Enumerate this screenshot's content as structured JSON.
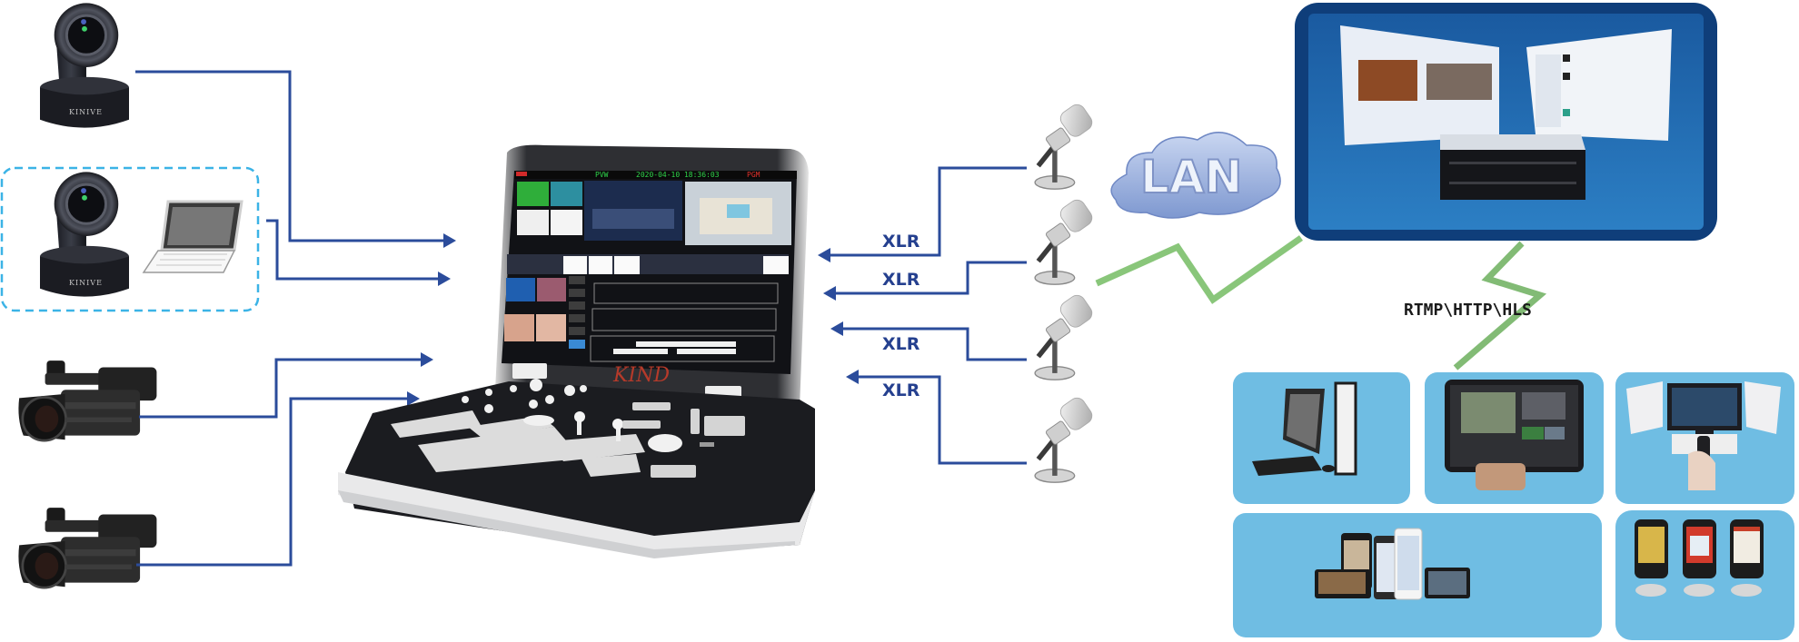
{
  "diagram": {
    "title_hidden": null,
    "colors": {
      "wire": "#2b4c9b",
      "dashed_group": "#3bb3e6",
      "link_green": "#6fb860",
      "server_panel": "#0f3e7a",
      "client_tile": "#6fbde3",
      "cloud": "#9fb3e0"
    },
    "sources": [
      {
        "id": "ptz-camera-1",
        "icon": "ptz-camera-icon",
        "brand": "KINIVE"
      },
      {
        "id": "ptz-camera-2",
        "icon": "ptz-camera-icon",
        "brand": "KINIVE"
      },
      {
        "id": "laptop",
        "icon": "laptop-icon"
      },
      {
        "id": "camcorder-1",
        "icon": "camcorder-icon"
      },
      {
        "id": "camcorder-2",
        "icon": "camcorder-icon"
      }
    ],
    "switcher": {
      "logo": "KIND",
      "screen": {
        "preview_label": "PVW",
        "program_label": "PGM",
        "timestamp": "2020-04-10 18:36:03"
      }
    },
    "audio": {
      "connection_label": "XLR",
      "links": [
        {
          "label": "XLR",
          "icon": "microphone-icon"
        },
        {
          "label": "XLR",
          "icon": "microphone-icon"
        },
        {
          "label": "XLR",
          "icon": "microphone-icon"
        },
        {
          "label": "XLR",
          "icon": "microphone-icon"
        }
      ]
    },
    "network": {
      "cloud_label": "LAN",
      "protocols_label": "RTMP\\HTTP\\HLS"
    },
    "clients": [
      {
        "id": "desktop-pc",
        "icon": "desktop-computer-icon"
      },
      {
        "id": "tablet",
        "icon": "tablet-icon"
      },
      {
        "id": "smart-tv",
        "icon": "smart-tv-icon"
      },
      {
        "id": "iphones",
        "icon": "smartphone-group-icon"
      },
      {
        "id": "android-phones",
        "icon": "smartphone-group-icon"
      }
    ]
  }
}
